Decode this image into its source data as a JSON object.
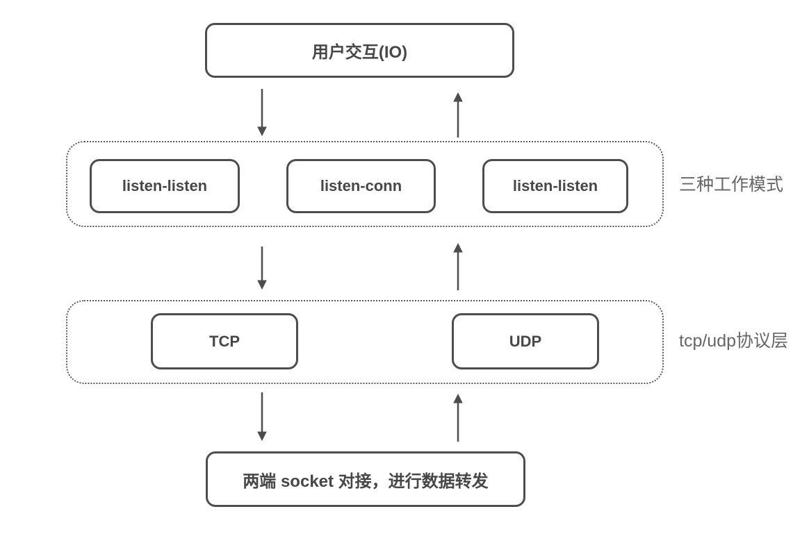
{
  "diagram": {
    "top_box": {
      "label": "用户交互(IO)"
    },
    "modes_band": {
      "side_label": "三种工作模式",
      "boxes": [
        {
          "label": "listen-listen"
        },
        {
          "label": "listen-conn"
        },
        {
          "label": "listen-listen"
        }
      ]
    },
    "protocol_band": {
      "side_label": "tcp/udp协议层",
      "boxes": [
        {
          "label": "TCP"
        },
        {
          "label": "UDP"
        }
      ]
    },
    "bottom_box": {
      "label": "两端 socket 对接，进行数据转发"
    },
    "colors": {
      "stroke": "#4d4d4d",
      "dotted_border": "#595959",
      "box_text": "#474747",
      "side_label_text": "#666666",
      "background": "#ffffff"
    }
  }
}
